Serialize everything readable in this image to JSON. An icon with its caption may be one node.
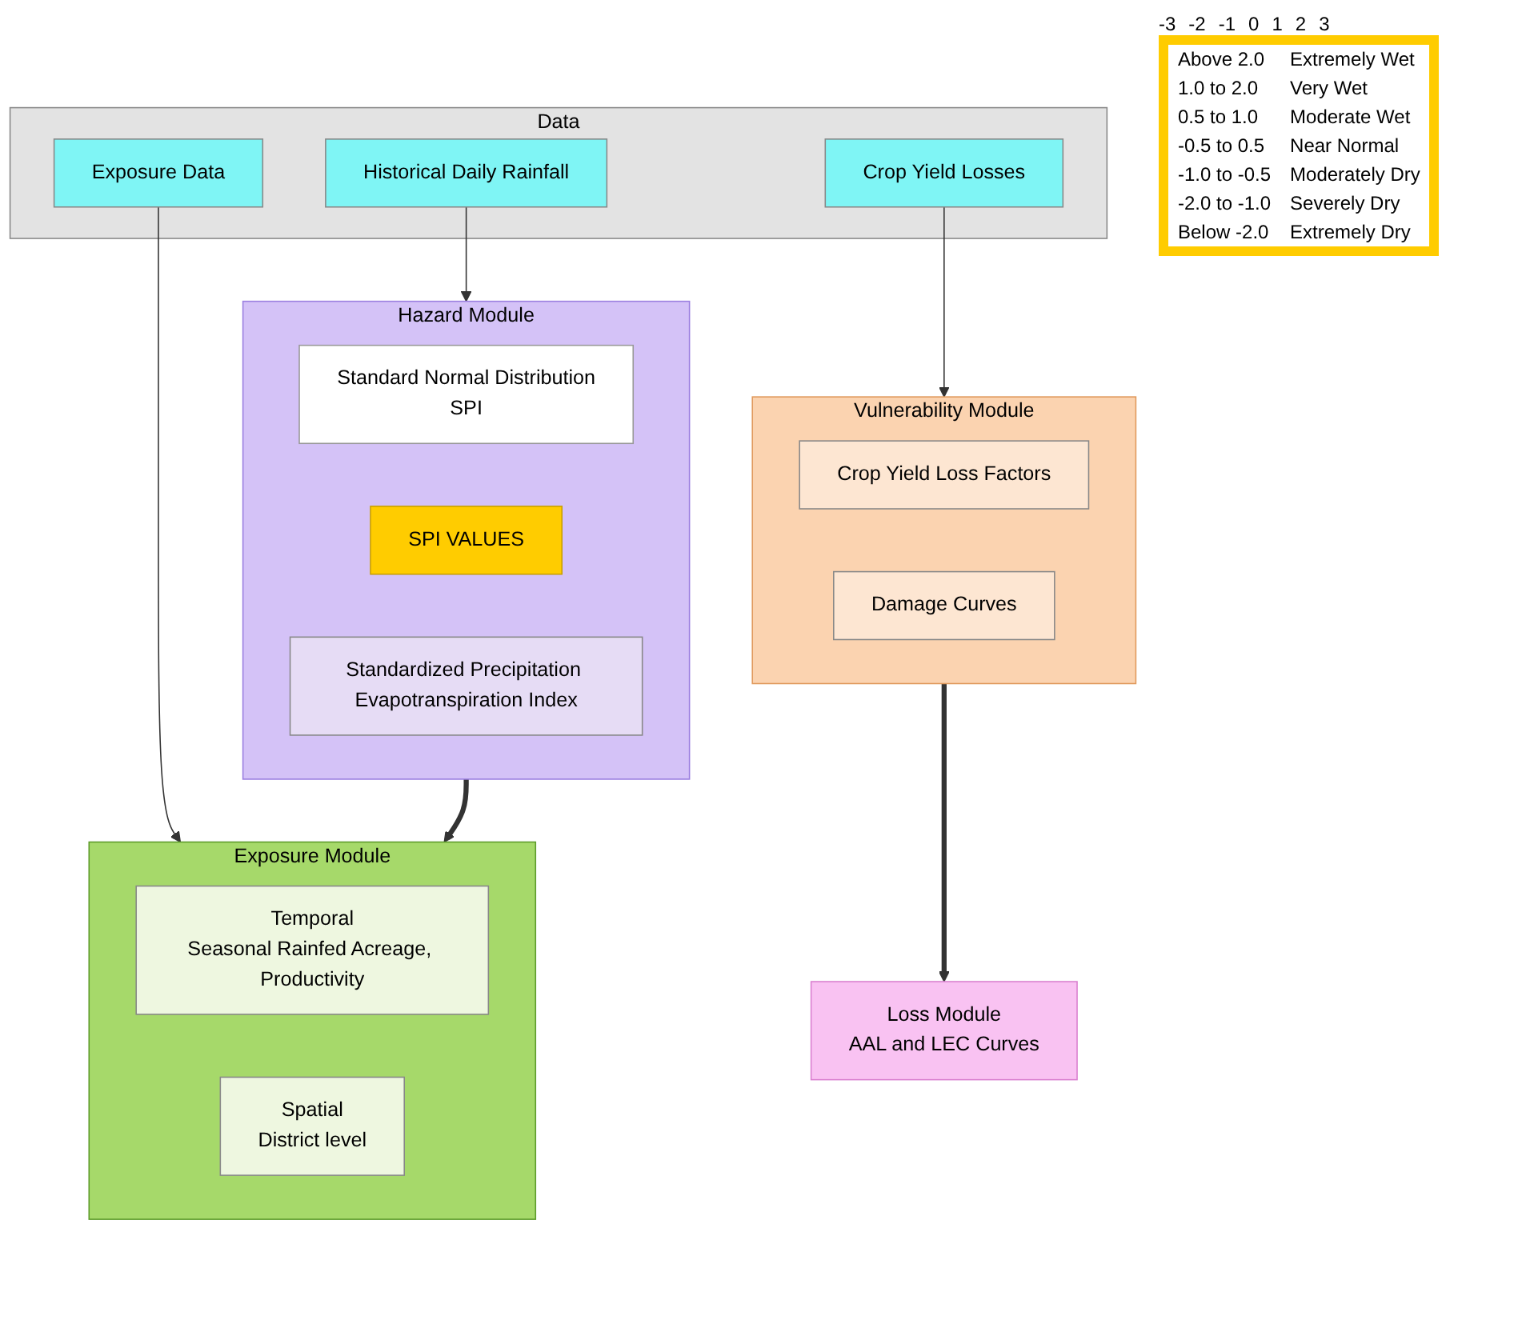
{
  "diagram": {
    "nodes": [
      {
        "text": [
          "Data"
        ]
      },
      {
        "text": [
          "Historical Daily Rainfall"
        ],
        "in": 0
      },
      {
        "text": [
          "Exposure Data"
        ],
        "in": 0
      },
      {
        "text": [
          "Crop Yield Losses"
        ],
        "in": 0
      },
      {
        "text": [
          "Hazard Module"
        ]
      },
      {
        "text": [
          "Standard Normal Distribution",
          "SPI"
        ],
        "in": 4
      },
      {
        "text": [
          "SPI VALUES"
        ],
        "in": 4
      },
      {
        "text": [
          "Standardized Precipitation Evapotranspiration Index"
        ],
        "in": 4
      },
      {
        "text": [
          "Exposure Module"
        ]
      },
      {
        "text": [
          "Temporal",
          "Seasonal Rainfed Acreage, Productivity"
        ],
        "in": 8
      },
      {
        "text": [
          "Spatial",
          "District level"
        ],
        "in": 8
      },
      {
        "text": [
          "Vulnerability Module"
        ]
      },
      {
        "text": [
          "Crop Yield Loss Factors"
        ],
        "in": 11
      },
      {
        "text": [
          "Damage Curves"
        ],
        "in": 11
      },
      {
        "text": [
          "Loss Module",
          "AAL and LEC Curves"
        ]
      }
    ],
    "edges": [
      {
        "from": 1,
        "to": 4,
        "arrow": "to"
      },
      {
        "from": 2,
        "to": 8,
        "arrow": "to"
      },
      {
        "from": 3,
        "to": 11,
        "arrow": "to"
      },
      {
        "from": 4,
        "to": 8,
        "arrow": "to",
        "style": "thick"
      },
      {
        "from": 11,
        "to": 14,
        "arrow": "to",
        "style": "thick"
      }
    ],
    "labels": [
      "-3",
      "-2",
      "-1",
      "0",
      "1",
      "2",
      "3",
      "Above 2.0",
      "Extremely Wet",
      "1.0 to 2.0",
      "Very Wet",
      "0.5 to 1.0",
      "Moderate Wet",
      "-0.5 to 0.5",
      "Near Normal",
      "-1.0 to -0.5",
      "Moderately Dry",
      "-2.0 to -1.0",
      "Severely Dry",
      "Below -2.0",
      "Extremely Dry"
    ]
  }
}
